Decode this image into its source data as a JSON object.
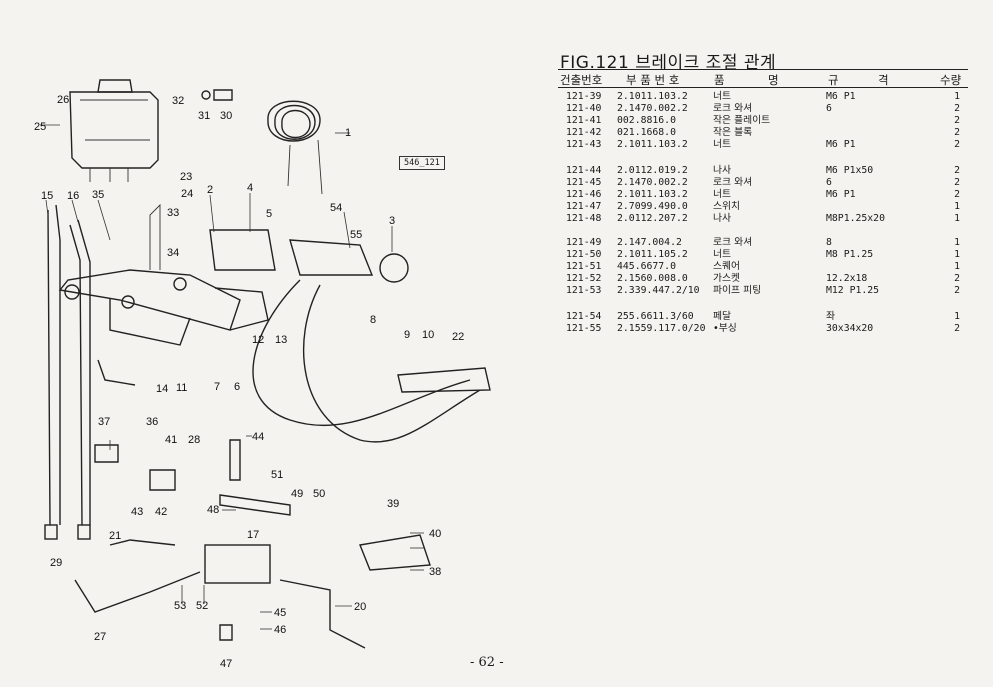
{
  "figure_title": "FIG.121 브레이크 조절 관계",
  "diagram_tag": "546_121",
  "page_number": "- 62 -",
  "table_headers": {
    "code": "건출번호",
    "part_no": "부 품 번 호",
    "name_1": "품",
    "name_2": "명",
    "spec_1": "규",
    "spec_2": "격",
    "qty": "수량"
  },
  "parts": [
    {
      "code": "121-39",
      "part_no": "2.1011.103.2",
      "name": "너트",
      "spec": "M6 P1",
      "qty": "1"
    },
    {
      "code": "121-40",
      "part_no": "2.1470.002.2",
      "name": "로크 와셔",
      "spec": "6",
      "qty": "2"
    },
    {
      "code": "121-41",
      "part_no": "002.8816.0",
      "name": "작은 플레이트",
      "spec": "",
      "qty": "2"
    },
    {
      "code": "121-42",
      "part_no": "021.1668.0",
      "name": "작은 블록",
      "spec": "",
      "qty": "2"
    },
    {
      "code": "121-43",
      "part_no": "2.1011.103.2",
      "name": "너트",
      "spec": "M6 P1",
      "qty": "2"
    },
    {
      "code": "121-44",
      "part_no": "2.0112.019.2",
      "name": "나사",
      "spec": "M6 P1x50",
      "qty": "2"
    },
    {
      "code": "121-45",
      "part_no": "2.1470.002.2",
      "name": "로크 와셔",
      "spec": "6",
      "qty": "2"
    },
    {
      "code": "121-46",
      "part_no": "2.1011.103.2",
      "name": "너트",
      "spec": "M6 P1",
      "qty": "2"
    },
    {
      "code": "121-47",
      "part_no": "2.7099.490.0",
      "name": "스위치",
      "spec": "",
      "qty": "1"
    },
    {
      "code": "121-48",
      "part_no": "2.0112.207.2",
      "name": "나사",
      "spec": "M8P1.25x20",
      "qty": "1"
    },
    {
      "code": "121-49",
      "part_no": "2.147.004.2",
      "name": "로크 와셔",
      "spec": "8",
      "qty": "1"
    },
    {
      "code": "121-50",
      "part_no": "2.1011.105.2",
      "name": "너트",
      "spec": "M8 P1.25",
      "qty": "1"
    },
    {
      "code": "121-51",
      "part_no": "445.6677.0",
      "name": "스퀘어",
      "spec": "",
      "qty": "1"
    },
    {
      "code": "121-52",
      "part_no": "2.1560.008.0",
      "name": "가스켓",
      "spec": "12.2x18",
      "qty": "2"
    },
    {
      "code": "121-53",
      "part_no": "2.339.447.2/10",
      "name": "파이프 피팅",
      "spec": "M12 P1.25",
      "qty": "2"
    },
    {
      "code": "121-54",
      "part_no": "255.6611.3/60",
      "name": "페달",
      "spec": "좌",
      "qty": "1"
    },
    {
      "code": "121-55",
      "part_no": "2.1559.117.0/20",
      "name": "•부싱",
      "spec": "30x34x20",
      "qty": "2"
    }
  ],
  "callouts": [
    "1",
    "2",
    "3",
    "4",
    "5",
    "6",
    "7",
    "8",
    "9",
    "10",
    "11",
    "12",
    "13",
    "14",
    "15",
    "16",
    "17",
    "20",
    "21",
    "22",
    "23",
    "24",
    "25",
    "26",
    "27",
    "28",
    "29",
    "30",
    "31",
    "32",
    "33",
    "34",
    "35",
    "36",
    "37",
    "38",
    "39",
    "40",
    "41",
    "42",
    "43",
    "44",
    "45",
    "46",
    "47",
    "48",
    "49",
    "50",
    "51",
    "52",
    "53",
    "54",
    "55"
  ]
}
